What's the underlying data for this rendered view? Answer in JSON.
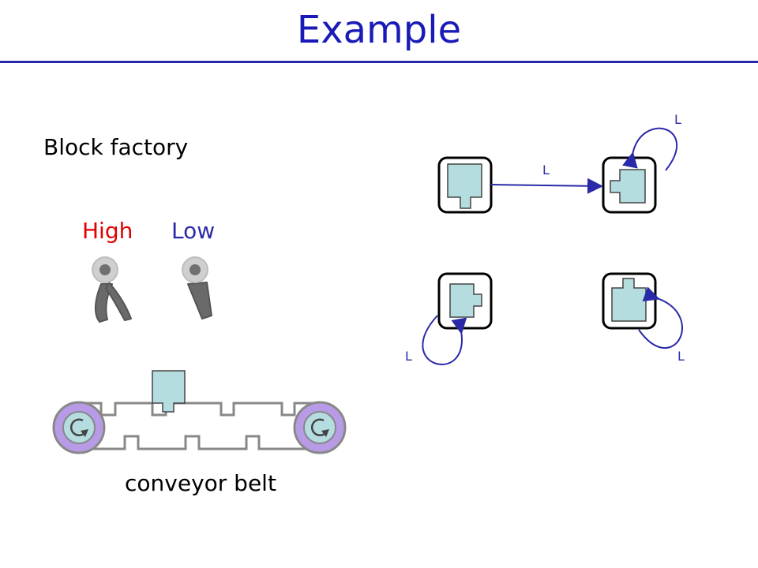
{
  "title": "Example",
  "subtitle": "Block factory",
  "gripper_labels": {
    "high": "High",
    "low": "Low"
  },
  "conveyor_label": "conveyor belt",
  "state_machine": {
    "states": [
      {
        "id": "state-tall",
        "block": "tall-with-bottom-tab"
      },
      {
        "id": "state-left-notch",
        "block": "block-with-left-notch"
      },
      {
        "id": "state-right-notch",
        "block": "block-with-right-notch"
      },
      {
        "id": "state-top-tab",
        "block": "block-with-top-tab"
      }
    ],
    "transitions": [
      {
        "from": "state-tall",
        "to": "state-left-notch",
        "label": "L"
      },
      {
        "from": "state-left-notch",
        "to": "state-left-notch",
        "label": "L"
      },
      {
        "from": "state-right-notch",
        "to": "state-right-notch",
        "label": "L"
      },
      {
        "from": "state-top-tab",
        "to": "state-top-tab",
        "label": "L"
      }
    ]
  },
  "colors": {
    "title": "#1a1ab8",
    "rule": "#2a2aa8",
    "high": "#e00000",
    "low": "#2a2aa8",
    "block_fill": "#b5dde0",
    "arrow": "#2a2aa8",
    "pulley": "#b79be6",
    "gripper": "#6a6a6a"
  }
}
